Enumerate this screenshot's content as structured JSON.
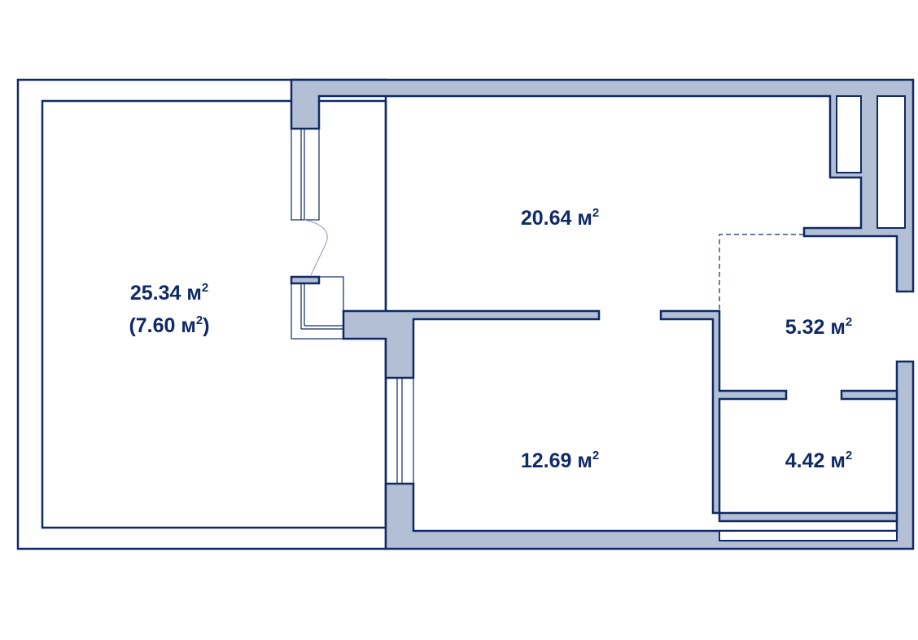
{
  "rooms": [
    {
      "id": "living",
      "area": "20.64 м",
      "sup": "2"
    },
    {
      "id": "terrace",
      "area": "25.34 м",
      "sup": "2",
      "area2_pre": "(7.60 м",
      "area2_sup": "2",
      "area2_post": ")"
    },
    {
      "id": "bedroom",
      "area": "12.69 м",
      "sup": "2"
    },
    {
      "id": "hall",
      "area": "5.32 м",
      "sup": "2"
    },
    {
      "id": "bathroom",
      "area": "4.42 м",
      "sup": "2"
    }
  ],
  "colors": {
    "wall_fill": "#b3bfd4",
    "line": "#0f2a66",
    "text": "#0f2a66"
  }
}
